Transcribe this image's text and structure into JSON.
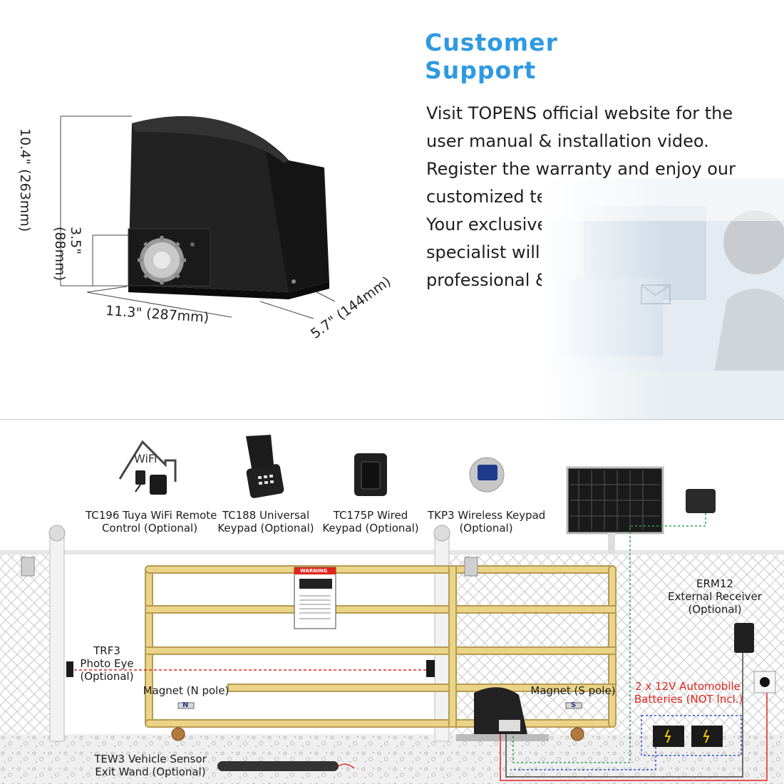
{
  "support": {
    "title": "Customer  Support",
    "lines": [
      "Visit TOPENS official website for the",
      "user manual & installation video.",
      "Register the warranty and enjoy our",
      "customized tech support service.",
      "Your exclusive customer support",
      "specialist will help you get",
      "professional & timely solution."
    ]
  },
  "dimensions": {
    "height": "10.4\" (263mm)",
    "gear_height_line1": "3.5\"",
    "gear_height_line2": "(88mm)",
    "width": "11.3\" (287mm)",
    "depth": "5.7\" (144mm)"
  },
  "accessories": {
    "wifi_icon_text": "WiFi",
    "tc196": [
      "TC196 Tuya WiFi Remote",
      "Control (Optional)"
    ],
    "tc188": [
      "TC188 Universal",
      "Keypad (Optional)"
    ],
    "tc175p": [
      "TC175P Wired",
      "Keypad (Optional)"
    ],
    "tkp3": [
      "TKP3 Wireless Keypad",
      "(Optional)"
    ],
    "erm12": [
      "ERM12",
      "External Receiver",
      "(Optional)"
    ],
    "trf3": [
      "TRF3",
      "Photo Eye",
      "(Optional)"
    ],
    "magnet_n": "Magnet (N pole)",
    "magnet_s": "Magnet (S pole)",
    "batteries": [
      "2 x 12V Automobile",
      "Batteries (NOT Incl.)"
    ],
    "tew3": [
      "TEW3 Vehicle Sensor",
      "Exit Wand (Optional)"
    ],
    "magnet_n_letter": "N",
    "magnet_s_letter": "S",
    "warning_label": "WARNING"
  },
  "colors": {
    "title_blue": "#2f9ae0",
    "gate_gold": "#e9d488",
    "wire_red": "#e0251b",
    "wire_green": "#2e9d55",
    "wire_blue": "#2a4fd6"
  }
}
